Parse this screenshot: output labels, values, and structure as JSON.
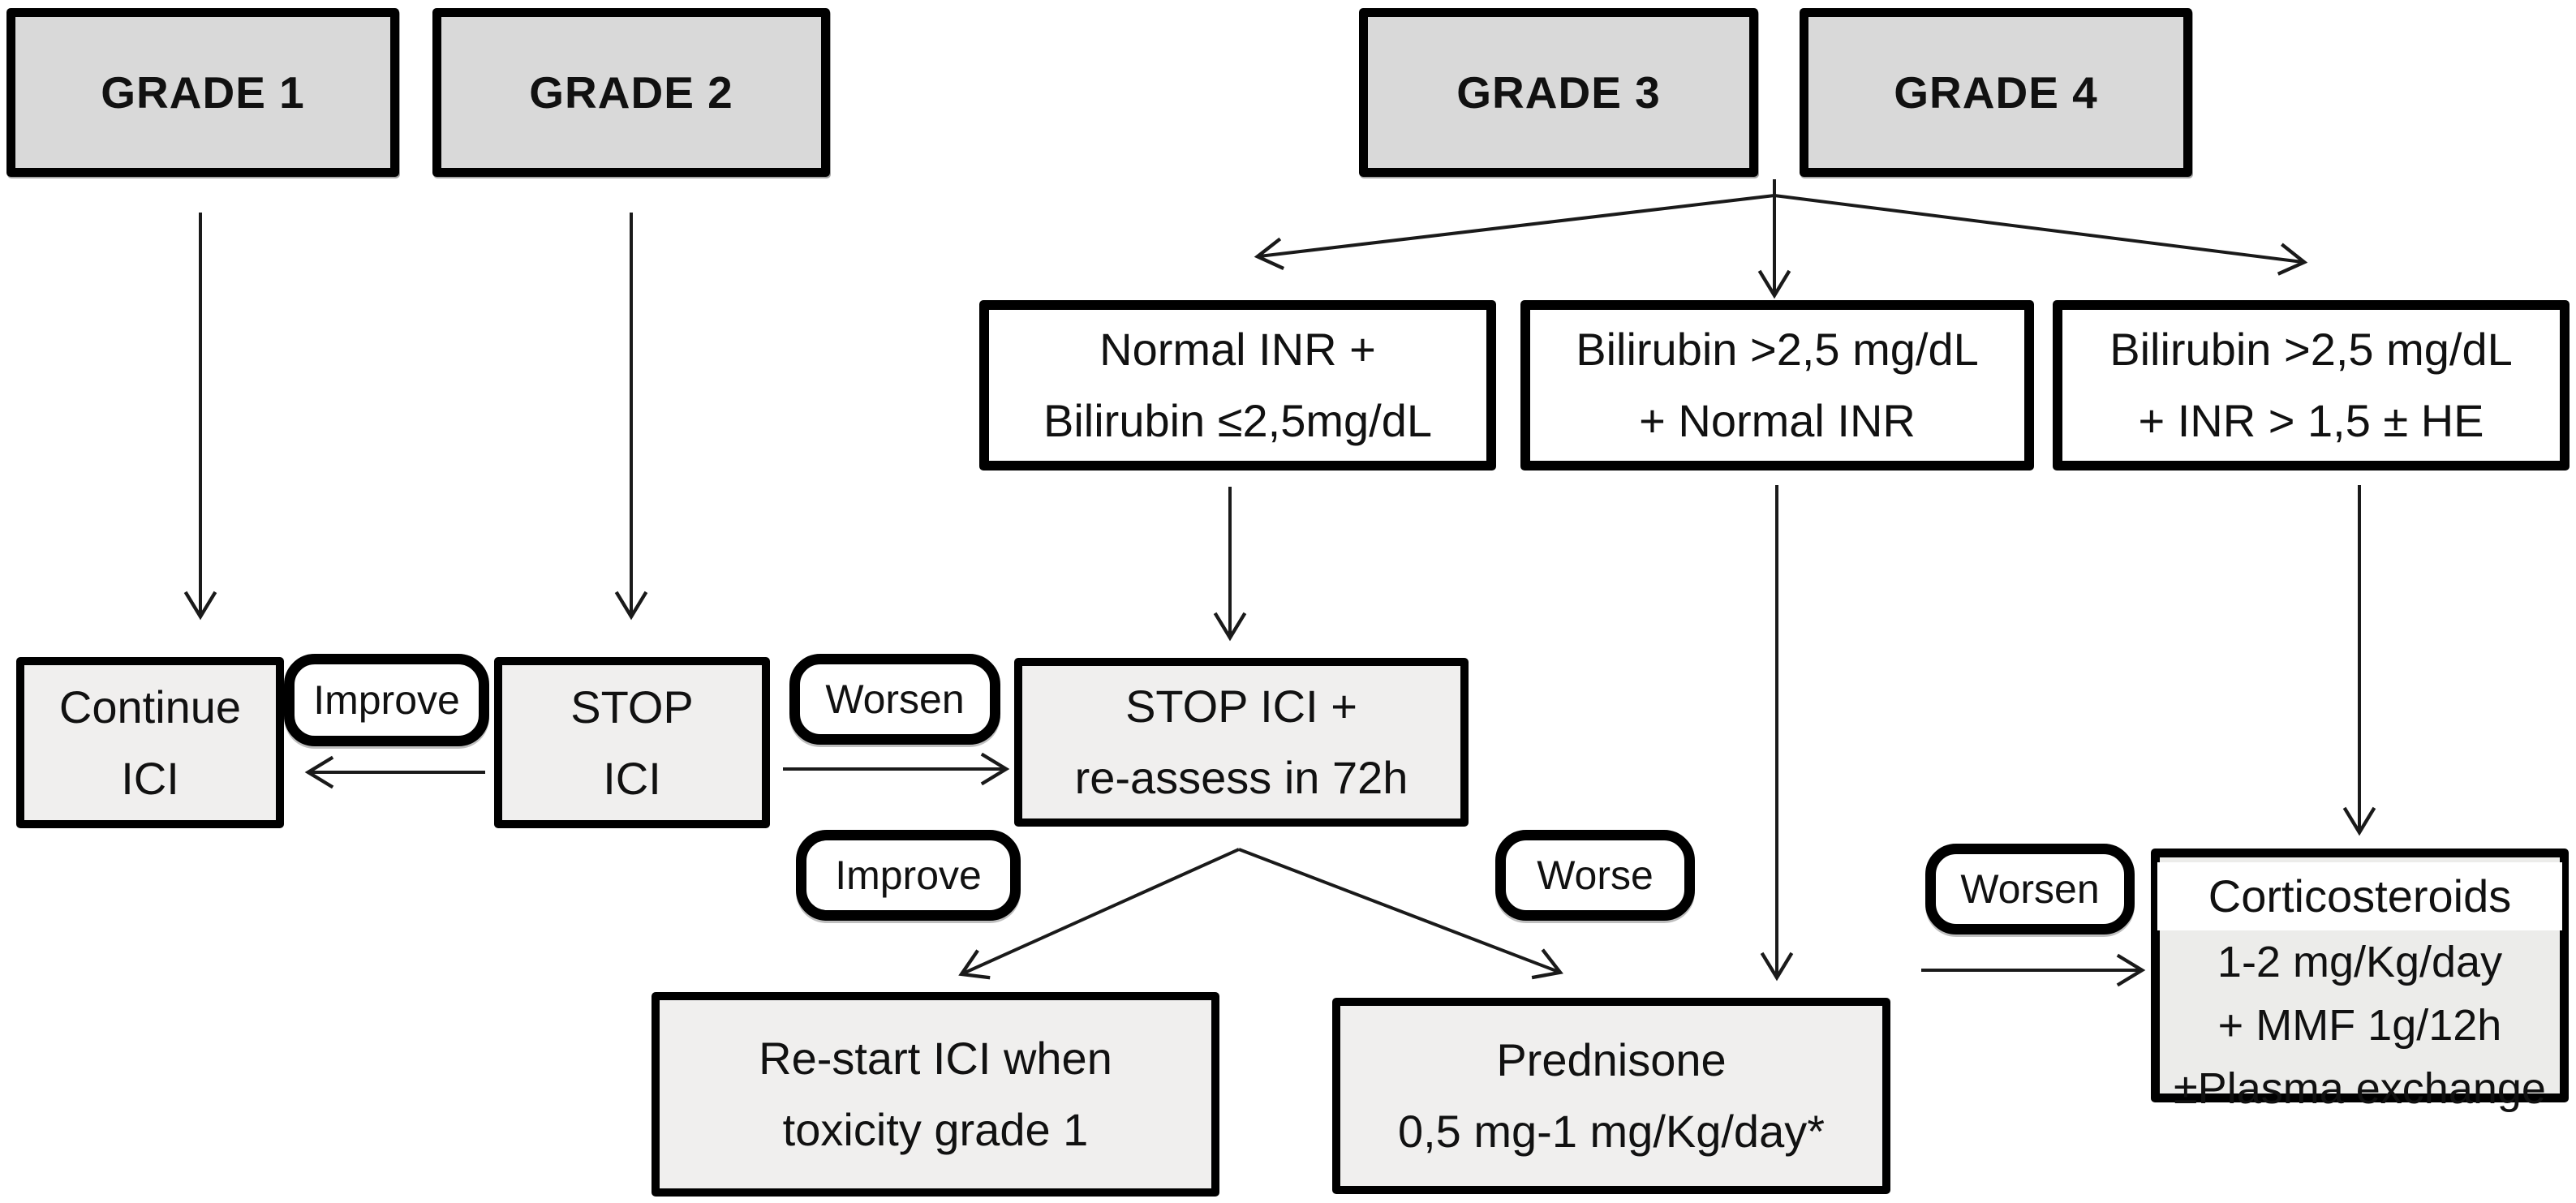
{
  "figure": {
    "grades": [
      {
        "label": "GRADE 1"
      },
      {
        "label": "GRADE 2"
      },
      {
        "label": "GRADE 3"
      },
      {
        "label": "GRADE 4"
      }
    ],
    "conditions": [
      {
        "label": "Normal INR +\nBilirubin ≤2,5mg/dL"
      },
      {
        "label": "Bilirubin >2,5 mg/dL\n+ Normal INR"
      },
      {
        "label": "Bilirubin >2,5 mg/dL\n+ INR > 1,5 ± HE"
      }
    ],
    "actions": {
      "continue_ici": "Continue\nICI",
      "stop_ici": "STOP\nICI",
      "stop_reassess": "STOP ICI +\nre-assess in 72h",
      "restart_ici": "Re-start ICI when\ntoxicity grade 1",
      "prednisone": "Prednisone\n0,5 mg-1 mg/Kg/day*",
      "corticosteroids_title": "Corticosteroids",
      "corticosteroids_detail": "1-2 mg/Kg/day\n+ MMF 1g/12h\n±Plasma exchange"
    },
    "edge_labels": {
      "improve_1": "Improve",
      "worsen_1": "Worsen",
      "improve_2": "Improve",
      "worse": "Worse",
      "worsen_2": "Worsen"
    },
    "colors": {
      "grade_fill": "#d9d9d9",
      "action_fill": "#f0efee",
      "condition_fill": "#ffffff",
      "cortico_fill": "#ececea",
      "line": "#1a1a1a",
      "border": "#000000"
    }
  }
}
